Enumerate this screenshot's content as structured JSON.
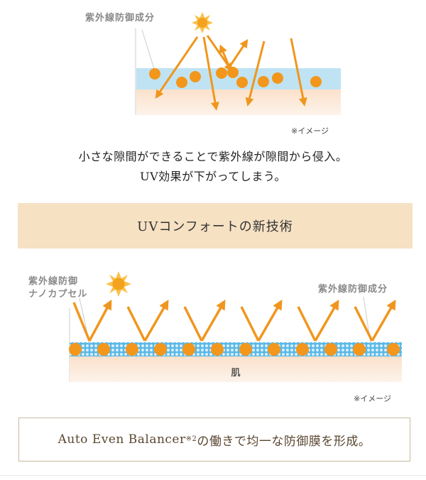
{
  "top_diagram": {
    "label": "紫外線防御成分",
    "note": "※イメージ"
  },
  "description": {
    "line1": "小さな隙間ができることで紫外線が隙間から侵入。",
    "line2": "UV効果が下がってしまう。"
  },
  "banner": {
    "title": "UVコンフォートの新技術"
  },
  "bottom_diagram": {
    "label_left_line1": "紫外線防御",
    "label_left_line2": "ナノカプセル",
    "label_right": "紫外線防御成分",
    "skin_label": "肌",
    "note": "※イメージ"
  },
  "footer_box": {
    "text_before": "Auto Even Balancer",
    "superscript": "※2",
    "text_after": "の働きで均一な防御膜を形成。"
  },
  "colors": {
    "arrow": "#f0961e",
    "dot": "#f3961c",
    "water": "#bfe3f3",
    "skin": "#fbe3cf",
    "banner": "#f6e1c3",
    "capsule": "#2f9fd6"
  }
}
